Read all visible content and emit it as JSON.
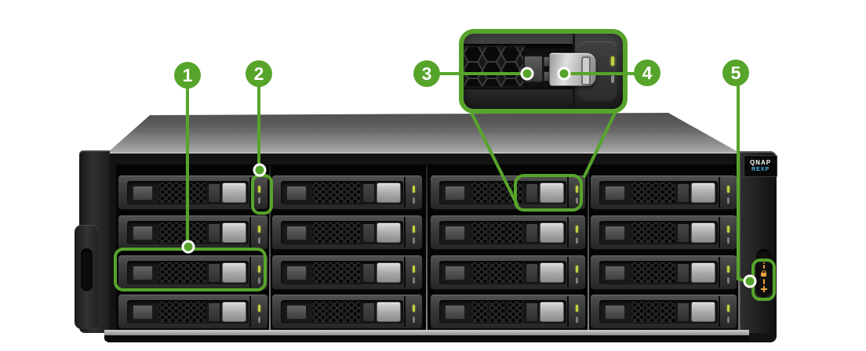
{
  "branding": {
    "brand": "QNAP",
    "model": "REXP"
  },
  "callouts": [
    {
      "label": "1",
      "points_to": "drive-tray"
    },
    {
      "label": "2",
      "points_to": "drive-led-indicators"
    },
    {
      "label": "3",
      "points_to": "tray-latch-button"
    },
    {
      "label": "4",
      "points_to": "tray-latch-lever"
    },
    {
      "label": "5",
      "points_to": "enclosure-status-leds"
    }
  ],
  "device": {
    "bay_rows": 4,
    "bay_cols": 4,
    "bay_count": 16
  },
  "status_leds": [
    {
      "icon": "info-led-icon"
    },
    {
      "icon": "lock-led-icon"
    },
    {
      "icon": "status-bar-led-icon"
    },
    {
      "icon": "plus-led-icon"
    }
  ],
  "colors": {
    "accent_green": "#57a42b",
    "callout_text": "#ffffff",
    "model_text": "#45b5e6",
    "status_led_amber": "#eda13c",
    "drive_led_active": "#c3d23f"
  }
}
